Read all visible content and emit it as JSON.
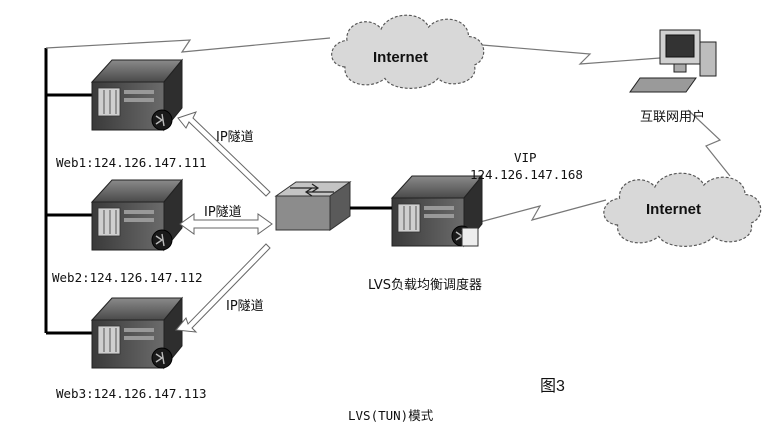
{
  "internet_top": "Internet",
  "internet_right": "Internet",
  "internet_user_label": "互联网用户",
  "vip_label": "VIP",
  "vip_address": "124.126.147.168",
  "lvs_label": "LVS负载均衡调度器",
  "tunnel_labels": [
    "IP隧道",
    "IP隧道",
    "IP隧道"
  ],
  "web_servers": [
    {
      "label": "Web1:124.126.147.111"
    },
    {
      "label": "Web2:124.126.147.112"
    },
    {
      "label": "Web3:124.126.147.113"
    }
  ],
  "figure_label": "图3",
  "caption": "LVS(TUN)模式"
}
